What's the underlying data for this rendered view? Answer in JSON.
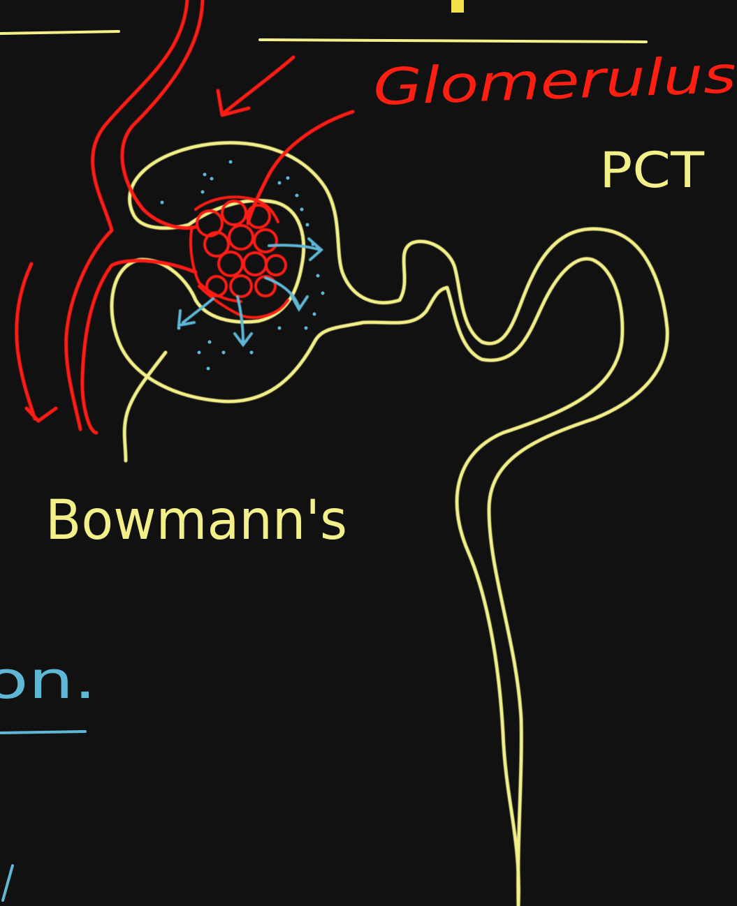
{
  "labels": {
    "glomerulus": "Glomerulus",
    "pct": "PCT",
    "bowmans": "Bowmann's",
    "partial_word": "on."
  },
  "colors": {
    "background": "#111111",
    "tubule_yellow": "#f3f08a",
    "vessel_red": "#ff1e12",
    "filtrate_blue": "#5fb7d6",
    "heading_yellow": "#f4e24a"
  },
  "icons": {
    "filtrate_arrows": "arrow-icon",
    "vessel_arrows": "arrow-icon"
  }
}
